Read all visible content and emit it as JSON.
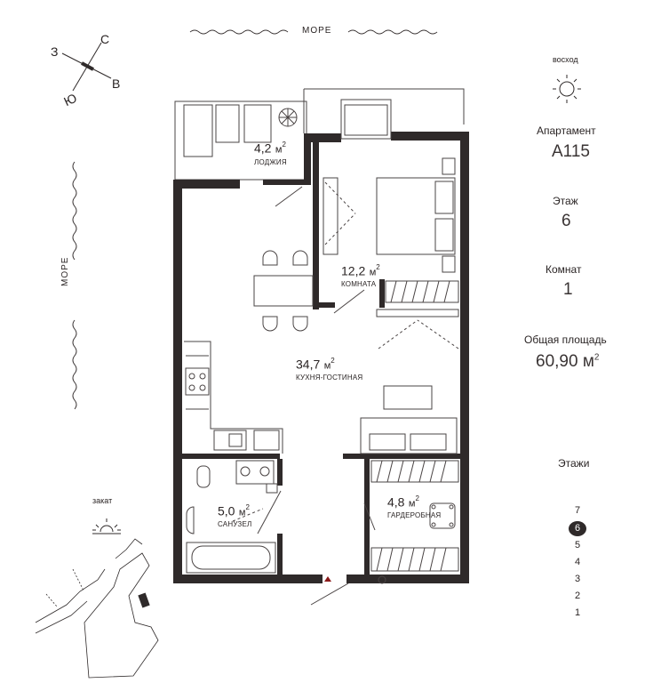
{
  "sea_top": "МОРЕ",
  "sea_left": "МОРЕ",
  "compass": {
    "north": "С",
    "south": "Ю",
    "west": "З",
    "east": "В",
    "icon": "compass-icon"
  },
  "sunrise": {
    "label": "восход",
    "icon": "sunrise-icon"
  },
  "sunset": {
    "label": "закат",
    "icon": "sunset-icon"
  },
  "info": {
    "apartment_label": "Апартамент",
    "apartment_value": "А115",
    "floor_label": "Этаж",
    "floor_value": "6",
    "rooms_label": "Комнат",
    "rooms_value": "1",
    "area_label": "Общая площадь",
    "area_value": "60,90 м",
    "area_sup": "2"
  },
  "rooms": {
    "loggia": {
      "area": "4,2",
      "unit": "м",
      "sup": "2",
      "name": "ЛОДЖИЯ"
    },
    "bedroom": {
      "area": "12,2",
      "unit": "м",
      "sup": "2",
      "name": "КОМНАТА"
    },
    "living": {
      "area": "34,7",
      "unit": "м",
      "sup": "2",
      "name": "КУХНЯ-ГОСТИНАЯ"
    },
    "bathroom": {
      "area": "5,0",
      "unit": "м",
      "sup": "2",
      "name": "САНУЗЕЛ"
    },
    "wardrobe": {
      "area": "4,8",
      "unit": "м",
      "sup": "2",
      "name": "ГАРДЕРОБНАЯ"
    }
  },
  "floors": {
    "label": "Этажи",
    "items": [
      "7",
      "6",
      "5",
      "4",
      "3",
      "2",
      "1"
    ],
    "active": "6"
  },
  "colors": {
    "wall": "#2f2a2a",
    "line": "#4a4444",
    "accent": "#8b1a1a",
    "background": "#ffffff"
  }
}
